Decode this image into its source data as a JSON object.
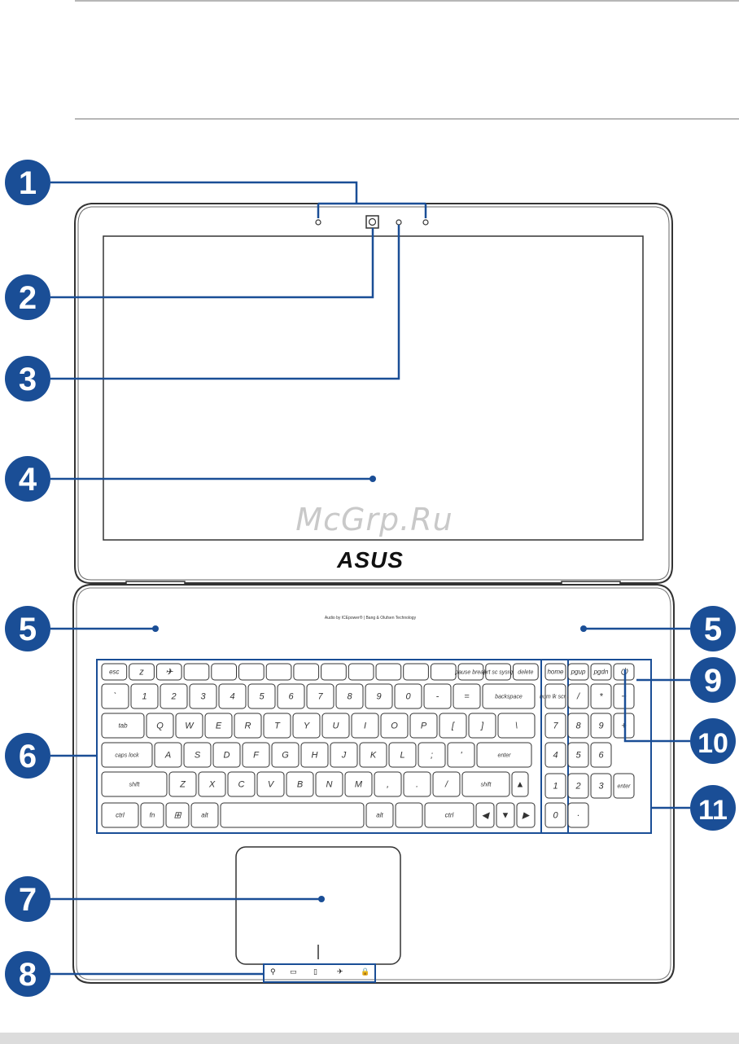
{
  "watermark": "McGrp.Ru",
  "brand_logo": "ASUS",
  "audio_text": "Audio by ICEpower® | Bang & Olufsen Technology",
  "callouts": [
    "1",
    "2",
    "3",
    "4",
    "5",
    "5",
    "6",
    "7",
    "8",
    "9",
    "10",
    "11"
  ],
  "keyboard": {
    "row_fn": [
      "esc",
      "z",
      "✈",
      "",
      "",
      "",
      "",
      "",
      "",
      "",
      "",
      "",
      "",
      "pause break",
      "prt sc sysrq",
      "delete"
    ],
    "row_num": [
      "`",
      "1",
      "2",
      "3",
      "4",
      "5",
      "6",
      "7",
      "8",
      "9",
      "0",
      "-",
      "=",
      "backspace"
    ],
    "row_tab": [
      "tab",
      "Q",
      "W",
      "E",
      "R",
      "T",
      "Y",
      "U",
      "I",
      "O",
      "P",
      "[",
      "]",
      "\\"
    ],
    "row_caps": [
      "caps lock",
      "A",
      "S",
      "D",
      "F",
      "G",
      "H",
      "J",
      "K",
      "L",
      ";",
      "'",
      "enter"
    ],
    "row_shift": [
      "shift",
      "Z",
      "X",
      "C",
      "V",
      "B",
      "N",
      "M",
      ",",
      ".",
      "/",
      "shift",
      "▲"
    ],
    "row_ctrl": [
      "ctrl",
      "fn",
      "⊞",
      "alt",
      "",
      "alt",
      "",
      "ctrl",
      "◀",
      "▼",
      "▶"
    ]
  },
  "numpad": {
    "row1": [
      "home",
      "pgup",
      "pgdn",
      "⏻"
    ],
    "row2": [
      "num lk scr lk",
      "/",
      "*",
      "−"
    ],
    "row3": [
      "7",
      "8",
      "9",
      "+"
    ],
    "row4": [
      "4",
      "5",
      "6"
    ],
    "row5": [
      "1",
      "2",
      "3",
      "enter"
    ],
    "row6": [
      "0",
      "·"
    ]
  },
  "colors": {
    "callout": "#1a4e96",
    "line": "#1a4e96",
    "laptop_outline": "#333333"
  }
}
